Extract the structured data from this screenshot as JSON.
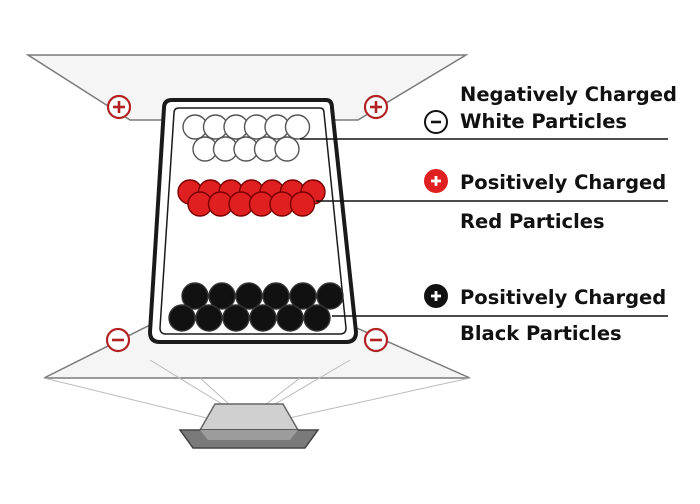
{
  "legend": {
    "white": {
      "line1": "Negatively Charged",
      "line2": "White Particles"
    },
    "red": {
      "line1": "Positively Charged",
      "line2": "Red Particles"
    },
    "black": {
      "line1": "Positively Charged",
      "line2": "Black Particles"
    }
  },
  "colors": {
    "white_particle": "#ffffff",
    "red_particle": "#e02020",
    "black_particle": "#111111",
    "electrode_sign": "#b22222",
    "trapezoid_fill": "#f4f4f4",
    "trapezoid_stroke": "#777777"
  },
  "icons": {
    "top_electrodes": "plus-circle-icon",
    "bottom_electrodes": "minus-circle-icon",
    "white_legend": "minus-circle-outline-icon",
    "red_legend": "plus-circle-red-icon",
    "black_legend": "plus-circle-black-icon"
  }
}
